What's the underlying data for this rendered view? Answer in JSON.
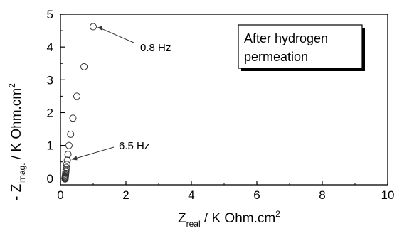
{
  "chart_data": {
    "type": "scatter",
    "xlabel_main": "Z",
    "xlabel_sub": "real",
    "xlabel_rest": " / K Ohm.cm",
    "xlabel_sup": "2",
    "ylabel_main": "- Z",
    "ylabel_sub": "imag.",
    "ylabel_rest": " / K Ohm.cm",
    "ylabel_sup": "2",
    "xlim": [
      0,
      10
    ],
    "ylim": [
      -0.2,
      5
    ],
    "xticks": [
      0,
      2,
      4,
      6,
      8,
      10
    ],
    "yticks": [
      0,
      1,
      2,
      3,
      4,
      5
    ],
    "grid": false,
    "marker": "open-circle",
    "series": [
      {
        "x": [
          1.0,
          0.72,
          0.5,
          0.38,
          0.31,
          0.26,
          0.23,
          0.21,
          0.19,
          0.18,
          0.17,
          0.165,
          0.16,
          0.155,
          0.15,
          0.148,
          0.145,
          0.143,
          0.14,
          0.14,
          0.14,
          0.14
        ],
        "y": [
          4.62,
          3.4,
          2.5,
          1.83,
          1.34,
          1.0,
          0.73,
          0.55,
          0.42,
          0.33,
          0.26,
          0.2,
          0.15,
          0.11,
          0.08,
          0.05,
          0.03,
          0.015,
          0.005,
          0.0,
          -0.01,
          -0.02
        ]
      }
    ],
    "annotations": [
      {
        "text": "0.8 Hz",
        "x": 1.0,
        "y": 4.62
      },
      {
        "text": "6.5 Hz",
        "x": 0.25,
        "y": 0.55
      }
    ],
    "text_box": [
      "After hydrogen",
      "permeation"
    ]
  }
}
